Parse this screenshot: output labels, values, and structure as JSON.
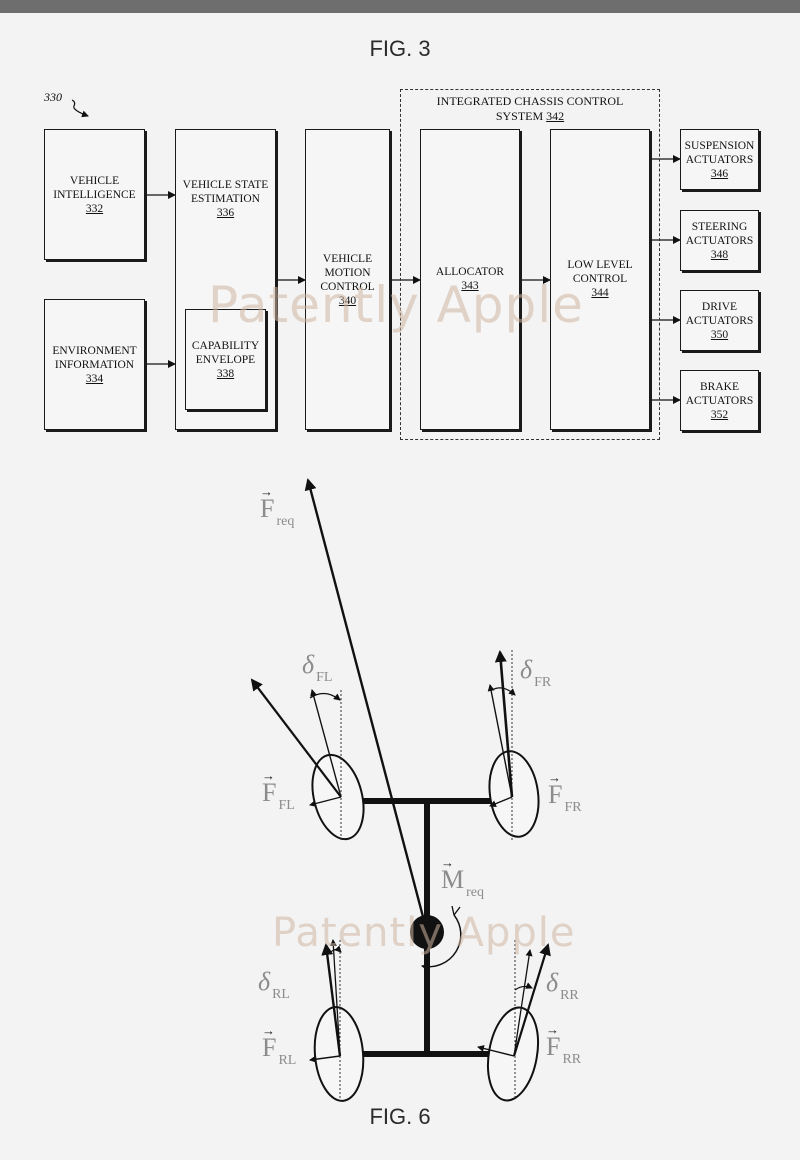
{
  "figures": {
    "fig3_title": "FIG. 3",
    "fig6_title": "FIG. 6",
    "ref_330": "330"
  },
  "blocks": {
    "vehicle_intelligence": {
      "label": "VEHICLE\nINTELLIGENCE",
      "number": "332"
    },
    "environment_information": {
      "label": "ENVIRONMENT\nINFORMATION",
      "number": "334"
    },
    "vehicle_state_estimation": {
      "label": "VEHICLE STATE\nESTIMATION",
      "number": "336"
    },
    "capability_envelope": {
      "label": "CAPABILITY\nENVELOPE",
      "number": "338"
    },
    "vehicle_motion_control": {
      "label": "VEHICLE\nMOTION\nCONTROL",
      "number": "340"
    },
    "integrated_chassis": {
      "label": "INTEGRATED CHASSIS CONTROL\nSYSTEM",
      "number": "342"
    },
    "allocator": {
      "label": "ALLOCATOR",
      "number": "343"
    },
    "low_level_control": {
      "label": "LOW LEVEL\nCONTROL",
      "number": "344"
    },
    "suspension_actuators": {
      "label": "SUSPENSION\nACTUATORS",
      "number": "346"
    },
    "steering_actuators": {
      "label": "STEERING\nACTUATORS",
      "number": "348"
    },
    "drive_actuators": {
      "label": "DRIVE\nACTUATORS",
      "number": "350"
    },
    "brake_actuators": {
      "label": "BRAKE\nACTUATORS",
      "number": "352"
    }
  },
  "fig6_labels": {
    "f_req": {
      "main": "F",
      "sub": "req"
    },
    "m_req": {
      "main": "M",
      "sub": "req"
    },
    "f_fl": {
      "main": "F",
      "sub": "FL"
    },
    "f_fr": {
      "main": "F",
      "sub": "FR"
    },
    "f_rl": {
      "main": "F",
      "sub": "RL"
    },
    "f_rr": {
      "main": "F",
      "sub": "RR"
    },
    "delta_fl": {
      "main": "δ",
      "sub": "FL"
    },
    "delta_fr": {
      "main": "δ",
      "sub": "FR"
    },
    "delta_rl": {
      "main": "δ",
      "sub": "RL"
    },
    "delta_rr": {
      "main": "δ",
      "sub": "RR"
    }
  },
  "watermark": "Patently Apple"
}
